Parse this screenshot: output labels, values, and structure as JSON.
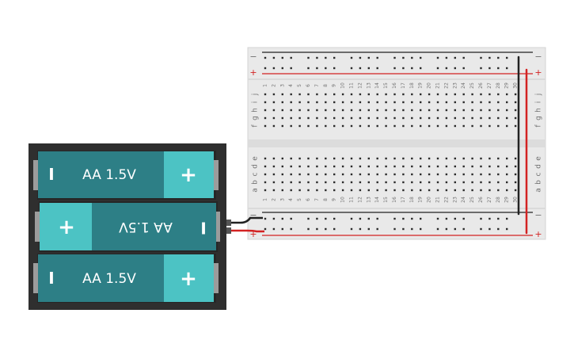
{
  "battery_pack": {
    "cells": [
      {
        "label": "AA 1.5V",
        "orientation": "normal"
      },
      {
        "label": "AA 1.5V",
        "orientation": "reversed"
      },
      {
        "label": "AA 1.5V",
        "orientation": "normal"
      }
    ],
    "positive_sign": "+",
    "negative_sign": "I"
  },
  "breadboard": {
    "columns": 30,
    "row_letters_top": [
      "j",
      "i",
      "h",
      "g",
      "f"
    ],
    "row_letters_bottom": [
      "e",
      "d",
      "c",
      "b",
      "a"
    ],
    "rail_signs": {
      "negative": "−",
      "positive": "+"
    }
  },
  "colors": {
    "battery_case": "#2f2f2f",
    "cell_body": "#2d7f86",
    "cell_cap": "#4cc3c4",
    "breadboard": "#e8e8e8",
    "rail_red": "#d32222",
    "rail_black": "#222222",
    "hole": "#2b2b2b"
  }
}
